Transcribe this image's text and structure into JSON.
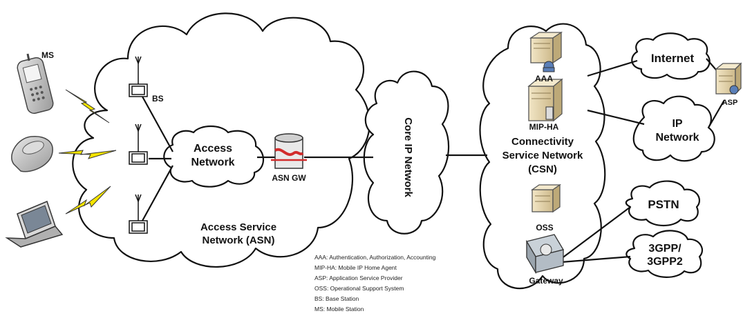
{
  "devices": {
    "ms_label": "MS",
    "bs_label": "BS",
    "asn_gw_label": "ASN GW",
    "aaa_label": "AAA",
    "mip_ha_label": "MIP-HA",
    "oss_label": "OSS",
    "gateway_label": "Gateway",
    "asp_label": "ASP"
  },
  "clouds": {
    "access_network": [
      "Access",
      "Network"
    ],
    "asn": [
      "Access Service",
      "Network (ASN)"
    ],
    "core_ip": "Core IP Network",
    "csn": [
      "Connectivity",
      "Service Network",
      "(CSN)"
    ],
    "internet": "Internet",
    "ip_network": [
      "IP",
      "Network"
    ],
    "pstn": "PSTN",
    "threegpp": [
      "3GPP/",
      "3GPP2"
    ]
  },
  "legend": [
    "AAA: Authentication, Authorization, Accounting",
    "MIP-HA: Mobile IP Home Agent",
    "ASP: Application Service Provider",
    "OSS: Operational Support System",
    "BS: Base Station",
    "MS: Mobile Station"
  ],
  "colors": {
    "line": "#111111",
    "lightning": "#f5e400",
    "server": "#e8d9b0",
    "gateway_router": "#d22b2b"
  }
}
